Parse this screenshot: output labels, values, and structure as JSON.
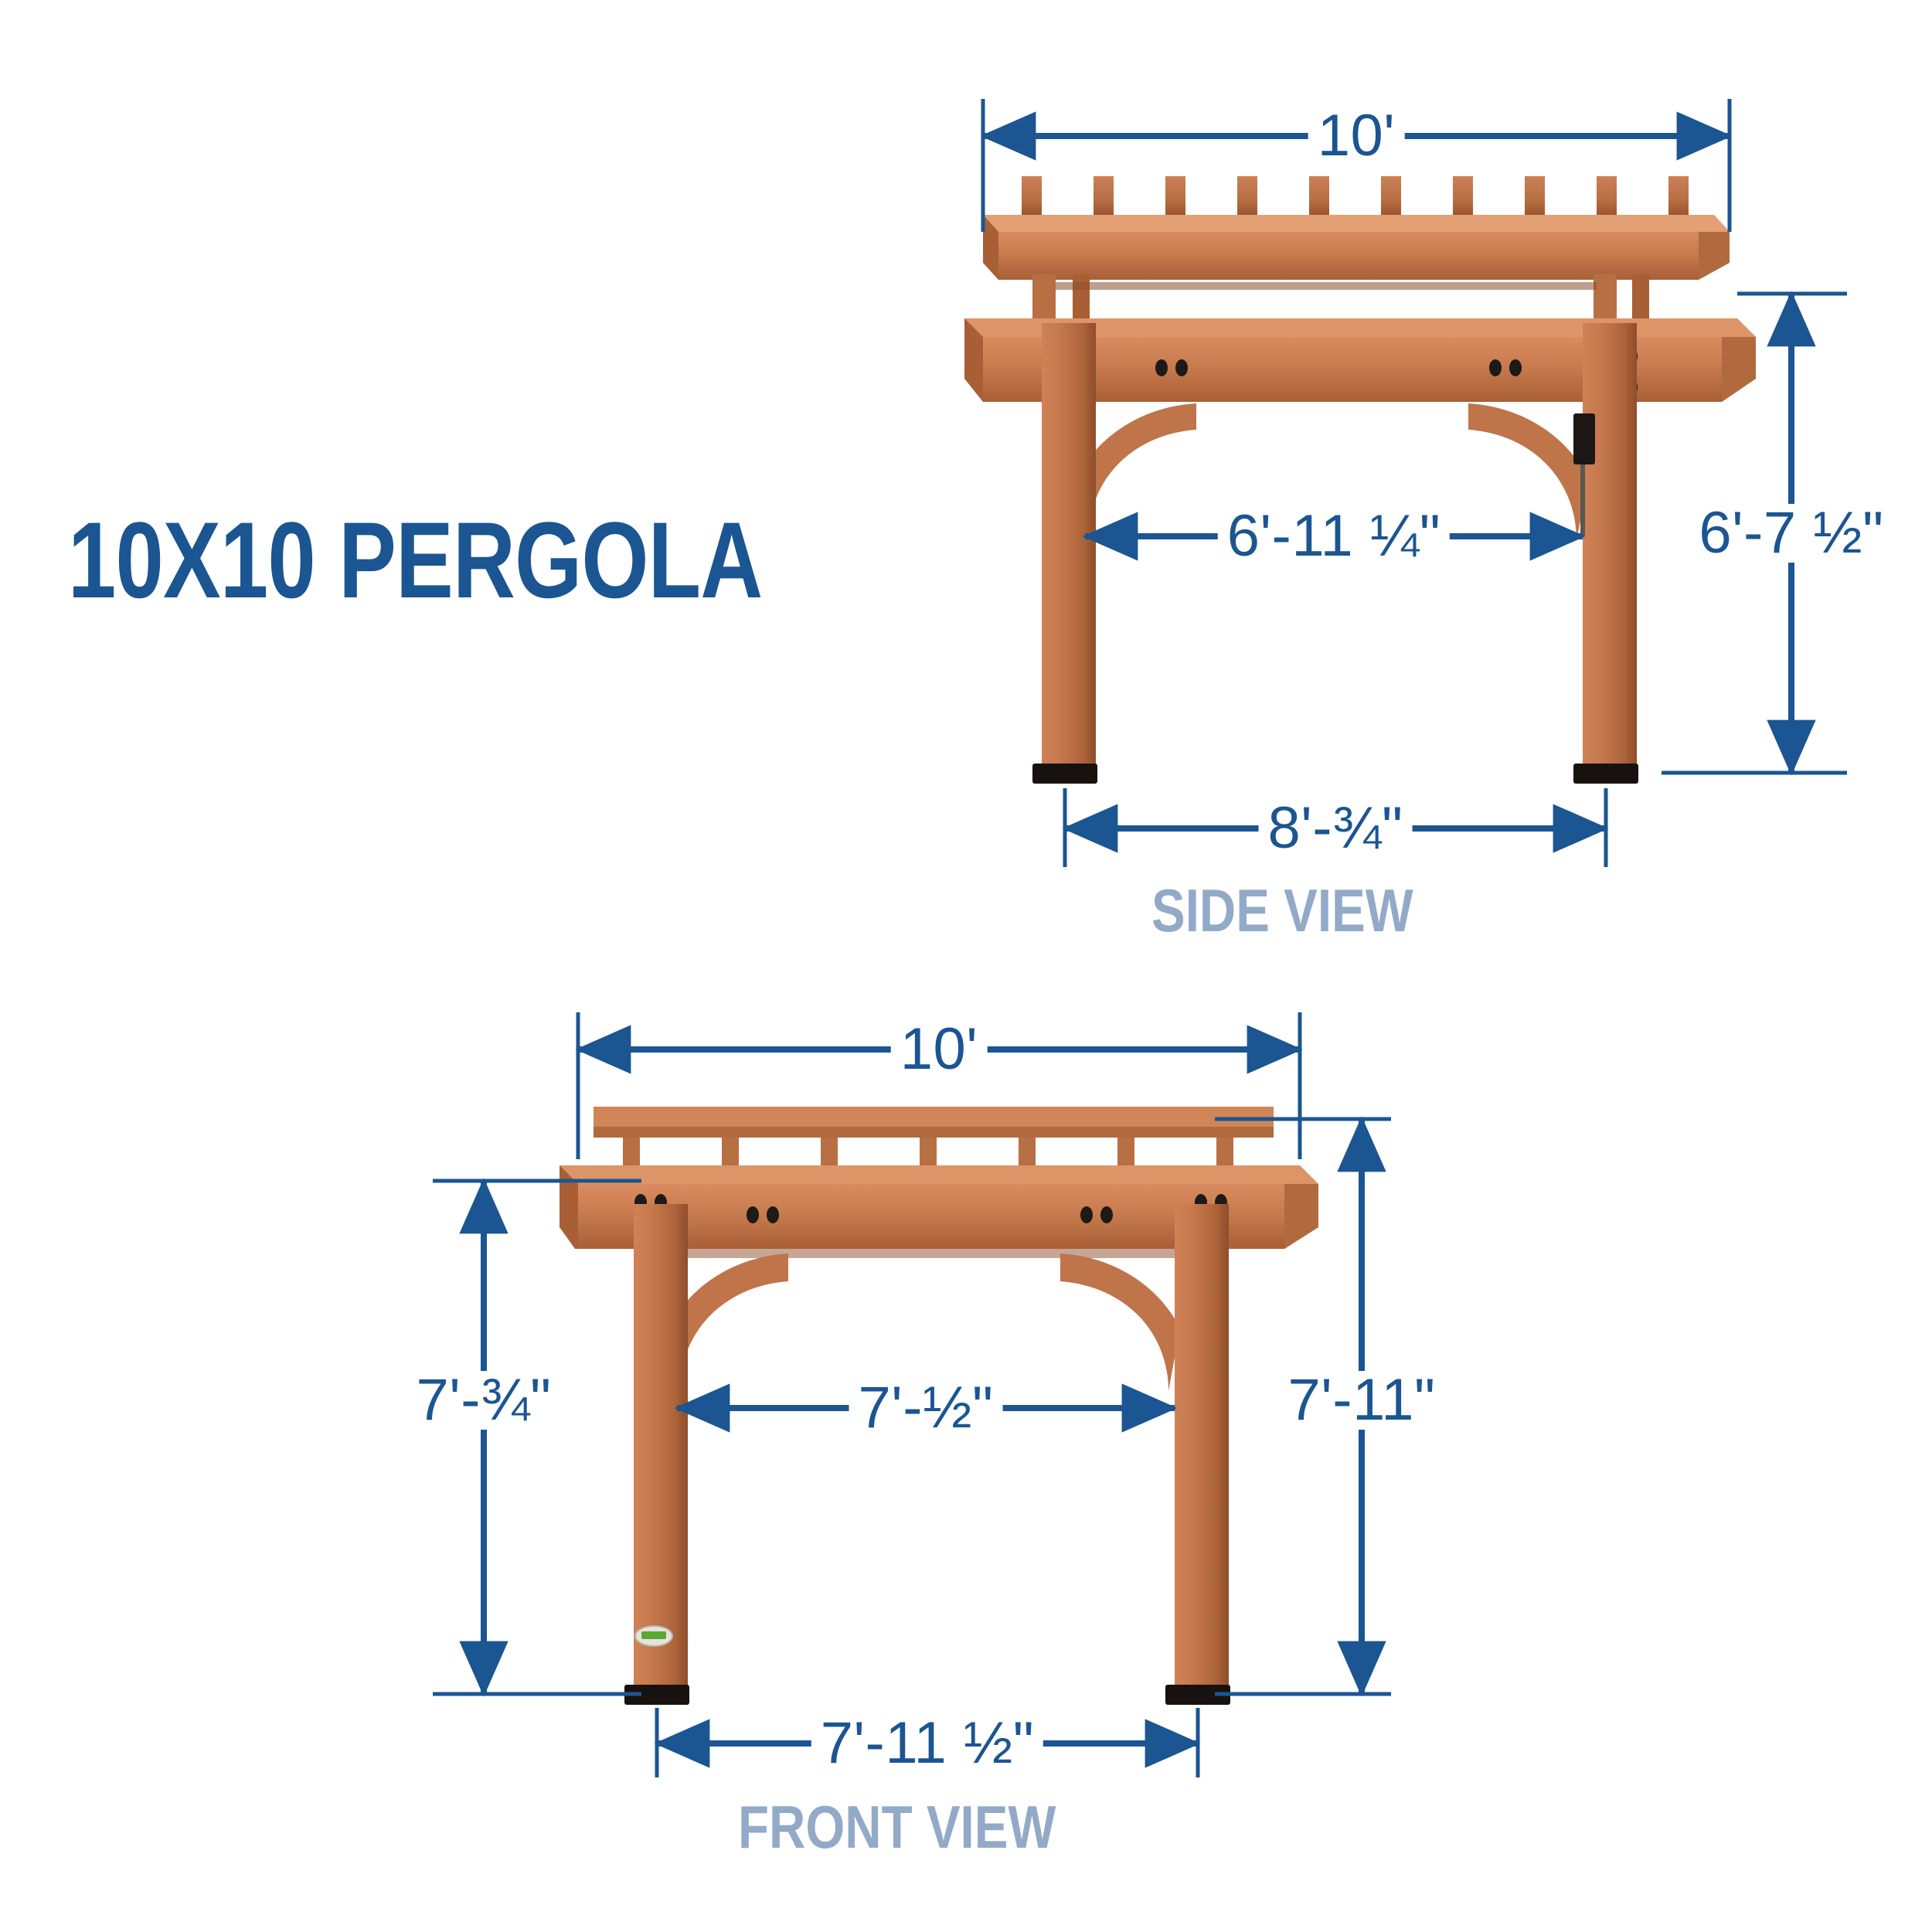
{
  "title": "10X10 PERGOLA",
  "colors": {
    "title_blue": "#1b5592",
    "dimension_blue": "#1b5592",
    "view_label_blue": "#92aac8",
    "wood_light": "#d98c5f",
    "wood_mid": "#c87b4e",
    "wood_dark": "#a85f36",
    "wood_shadow": "#8d4e2c",
    "foot_black": "#17120f",
    "background": "#ffffff"
  },
  "views": [
    {
      "id": "side",
      "label": "SIDE VIEW",
      "dimensions": {
        "top_width": "10'",
        "inner_width": "6'-11 ¼\"",
        "height_right": "6'-7 ½\"",
        "bottom_width": "8'-¾\""
      }
    },
    {
      "id": "front",
      "label": "FRONT VIEW",
      "dimensions": {
        "top_width": "10'",
        "height_left": "7'-¾\"",
        "inner_width": "7'-½\"",
        "height_right": "7'-11\"",
        "bottom_width": "7'-11 ½\""
      }
    }
  ]
}
